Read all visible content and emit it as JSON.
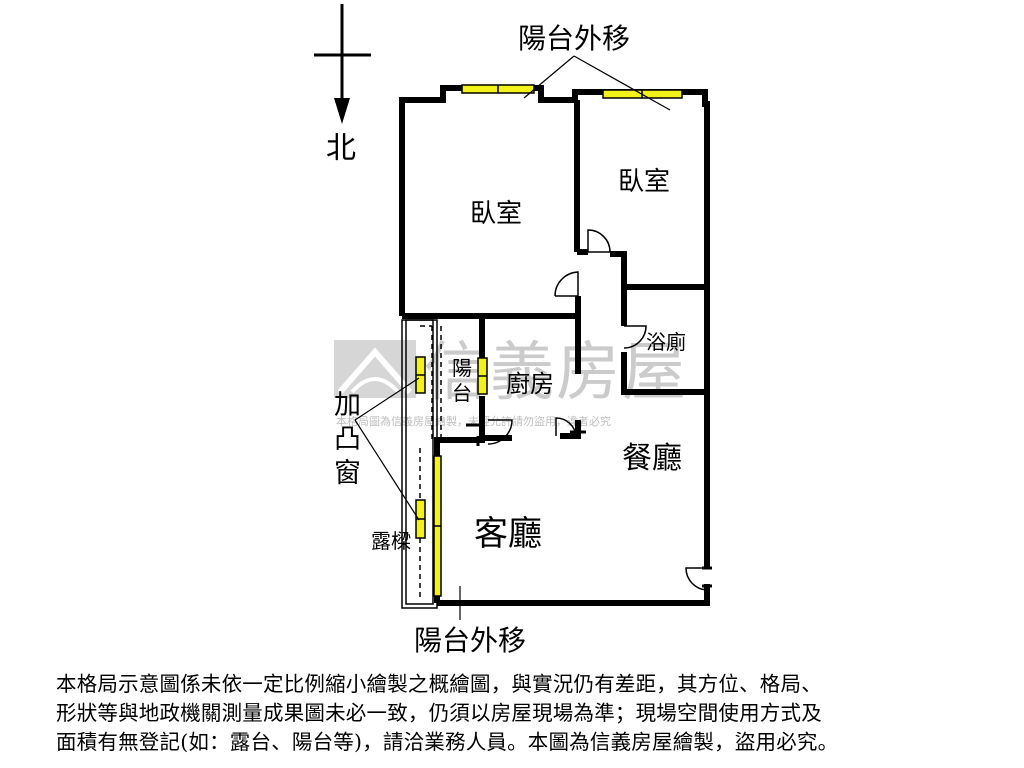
{
  "compass": {
    "label": "北"
  },
  "rooms": {
    "bedroom_left": "臥室",
    "bedroom_right": "臥室",
    "bathroom": "浴廁",
    "balcony_a": "陽",
    "balcony_b": "台",
    "kitchen": "廚房",
    "dining": "餐廳",
    "living": "客廳"
  },
  "annotations": {
    "balcony_moved_top": "陽台外移",
    "balcony_moved_bottom": "陽台外移",
    "bay_window_1": "加",
    "bay_window_2": "凸",
    "bay_window_3": "窗",
    "terrace": "露樑"
  },
  "watermark": {
    "brand": "信義房屋",
    "small": "本格局圖為信義房屋繪製，未經允許請勿盜用，違者必究"
  },
  "disclaimer": [
    "本格局示意圖係未依一定比例縮小繪製之概繪圖，與實況仍有差距，其方位、格局、",
    "形狀等與地政機關測量成果圖未必一致，仍須以房屋現場為準；現場空間使用方式及",
    "面積有無登記(如：露台、陽台等)，請洽業務人員。本圖為信義房屋繪製，盜用必究。"
  ],
  "colors": {
    "wall": "#000000",
    "window_fill": "#f2f21a",
    "watermark": "#b8b8b8"
  }
}
